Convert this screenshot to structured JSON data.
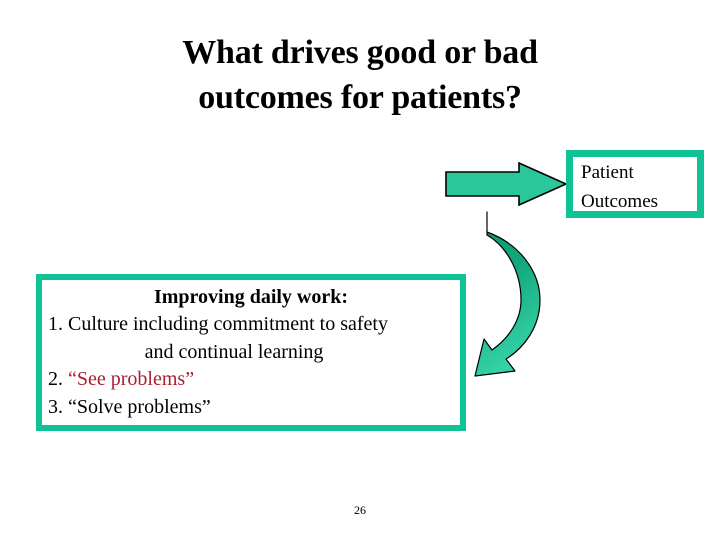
{
  "slide": {
    "title_lines": [
      "What drives good or bad",
      "outcomes for patients?"
    ],
    "page_number": "26"
  },
  "outcomes_box": {
    "line1": "Patient",
    "line2": "Outcomes"
  },
  "work_box": {
    "heading": "Improving daily work:",
    "items": [
      {
        "number": "1.",
        "text": "Culture including commitment to safety",
        "continuation": "and continual learning",
        "color": "#000000"
      },
      {
        "number": "2.",
        "text": "“See problems”",
        "color": "#a81f32"
      },
      {
        "number": "3.",
        "text": "“Solve problems”",
        "color": "#000000"
      }
    ]
  },
  "shapes": {
    "right_arrow_name": "right-block-arrow",
    "curved_arrow_name": "curved-feedback-arrow",
    "accent_color": "#0fc396",
    "arrow_fill": "#2ac79a",
    "arrow_dark": "#0e8f68",
    "arrow_outline": "#000000",
    "red_accent": "#a81f32"
  }
}
